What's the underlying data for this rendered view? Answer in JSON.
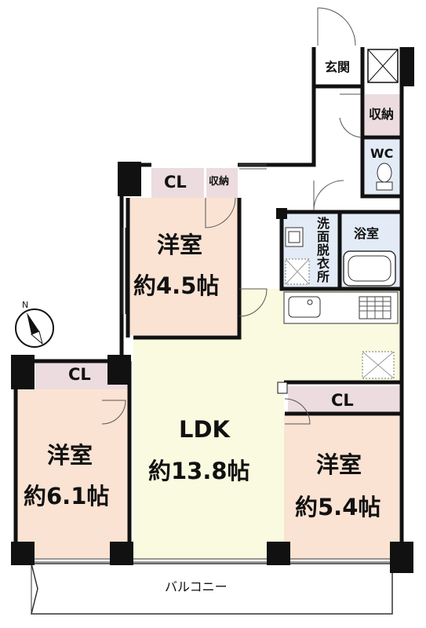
{
  "rooms": {
    "western_45": {
      "name": "洋室",
      "size": "約4.5帖"
    },
    "western_61": {
      "name": "洋室",
      "size": "約6.1帖"
    },
    "western_54": {
      "name": "洋室",
      "size": "約5.4帖"
    },
    "ldk": {
      "name": "LDK",
      "size": "約13.8帖"
    },
    "entrance": "玄関",
    "storage_entrance": "収納",
    "storage_small": "収納",
    "wc": "WC",
    "washroom": "洗面脱衣所",
    "bathroom": "浴室",
    "balcony": "バルコニー"
  },
  "closets": {
    "cl_top": "CL",
    "cl_left": "CL",
    "cl_right": "CL"
  },
  "colors": {
    "room_floor": "#fae3d3",
    "ldk_floor": "#fafae0",
    "wet_floor": "#e3ebf6",
    "closet": "#ecdcdf",
    "wall": "#111111"
  },
  "compass_icon": "north-arrow-icon"
}
